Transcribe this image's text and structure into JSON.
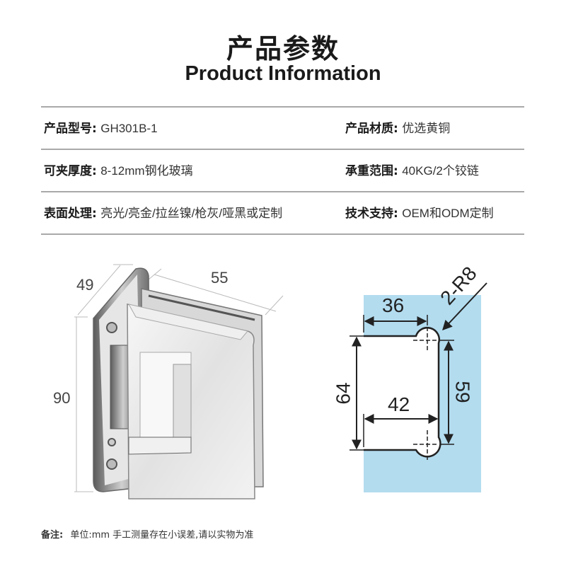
{
  "header": {
    "title_cn": "产品参数",
    "title_en": "Product Information"
  },
  "specs": [
    {
      "label": "产品型号:",
      "value": "GH301B-1"
    },
    {
      "label": "产品材质:",
      "value": "优选黄铜"
    },
    {
      "label": "可夹厚度:",
      "value": "8-12mm钢化玻璃"
    },
    {
      "label": "承重范围:",
      "value": "40KG/2个铰链"
    },
    {
      "label": "表面处理:",
      "value": "亮光/亮金/拉丝镍/枪灰/哑黑或定制"
    },
    {
      "label": "技术支持:",
      "value": "OEM和ODM定制"
    }
  ],
  "product_photo": {
    "dimensions": {
      "depth": "49",
      "width": "55",
      "height": "90"
    }
  },
  "cutout_drawing": {
    "radius_label": "2-R8",
    "top_width": "36",
    "bottom_width": "42",
    "left_height": "64",
    "right_height": "59",
    "glass_color": "#b3dcef"
  },
  "note": {
    "label": "备注:",
    "text": "单位:mm 手工测量存在小误差,请以实物为准"
  }
}
